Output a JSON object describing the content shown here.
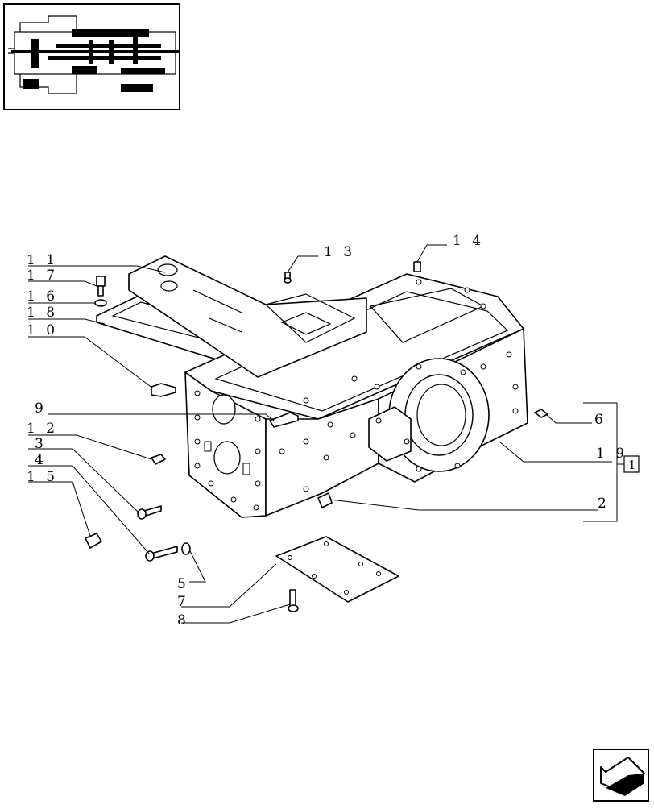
{
  "callouts": {
    "c11": "1 1",
    "c17": "1 7",
    "c16": "1 6",
    "c18": "1 8",
    "c10": "1 0",
    "c9": "9",
    "c12": "1 2",
    "c3": "3",
    "c4": "4",
    "c15": "1 5",
    "c5": "5",
    "c7": "7",
    "c8": "8",
    "c13": "1 3",
    "c14": "1 4",
    "c6": "6",
    "c19": "1 9",
    "c2": "2",
    "group_ref": "1"
  },
  "icons": {
    "thumbnail": "transmission-assembly-thumbnail",
    "nav": "next-page-arrow-icon"
  }
}
